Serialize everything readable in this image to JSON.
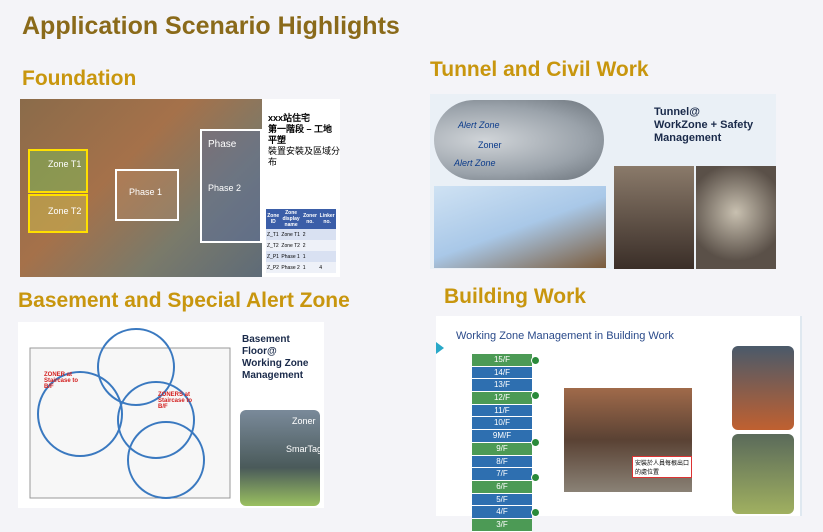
{
  "page_title": "Application Scenario Highlights",
  "sections": {
    "foundation": "Foundation",
    "tunnel": "Tunnel and Civil Work",
    "basement": "Basement and Special Alert Zone",
    "building": "Building Work"
  },
  "foundation_panel": {
    "title_line1": "xxx站住宅",
    "title_line2": "第一階段 – 工地平塑",
    "title_line3": "裝置安裝及區域分布",
    "phase_label": "Phase",
    "zone_labels": [
      "Zone T1",
      "Zone T2",
      "Phase 1",
      "Phase 2"
    ],
    "table_headers": [
      "Zone ID",
      "Zone display name",
      "Zoner no.",
      "Linker no."
    ],
    "table_rows": [
      [
        "Z_T1",
        "Zone T1",
        "2",
        ""
      ],
      [
        "Z_T2",
        "Zone T2",
        "2",
        ""
      ],
      [
        "Z_P1",
        "Phase 1",
        "1",
        ""
      ],
      [
        "Z_P2",
        "Phase 2",
        "1",
        "4"
      ]
    ]
  },
  "tunnel_panel": {
    "heading_line1": "Tunnel@",
    "heading_line2": "WorkZone + Safety",
    "heading_line3": "Management",
    "labels": [
      "Alert Zone",
      "Zoner",
      "Alert Zone"
    ]
  },
  "basement_panel": {
    "heading_line1": "Basement Floor@",
    "heading_line2": "Working Zone",
    "heading_line3": "Management",
    "red_label_1": "ZONER at Staircase to B/F",
    "red_label_2": "ZONERS at Staircase to B/F",
    "photo_label_1": "Zoner",
    "photo_label_2": "SmarTag"
  },
  "building_panel": {
    "heading": "Working Zone Management in Building Work",
    "floors": [
      "15/F",
      "14/F",
      "13/F",
      "12/F",
      "11/F",
      "10/F",
      "9M/F",
      "9/F",
      "8/F",
      "7/F",
      "6/F",
      "5/F",
      "4/F",
      "3/F"
    ],
    "photo_caption": "安裝於人員每根出口的處位置"
  },
  "colors": {
    "title": "#8a6a1a",
    "section": "#c8960e",
    "floor_green": "#4c9a55",
    "floor_blue": "#2e6fb0"
  }
}
